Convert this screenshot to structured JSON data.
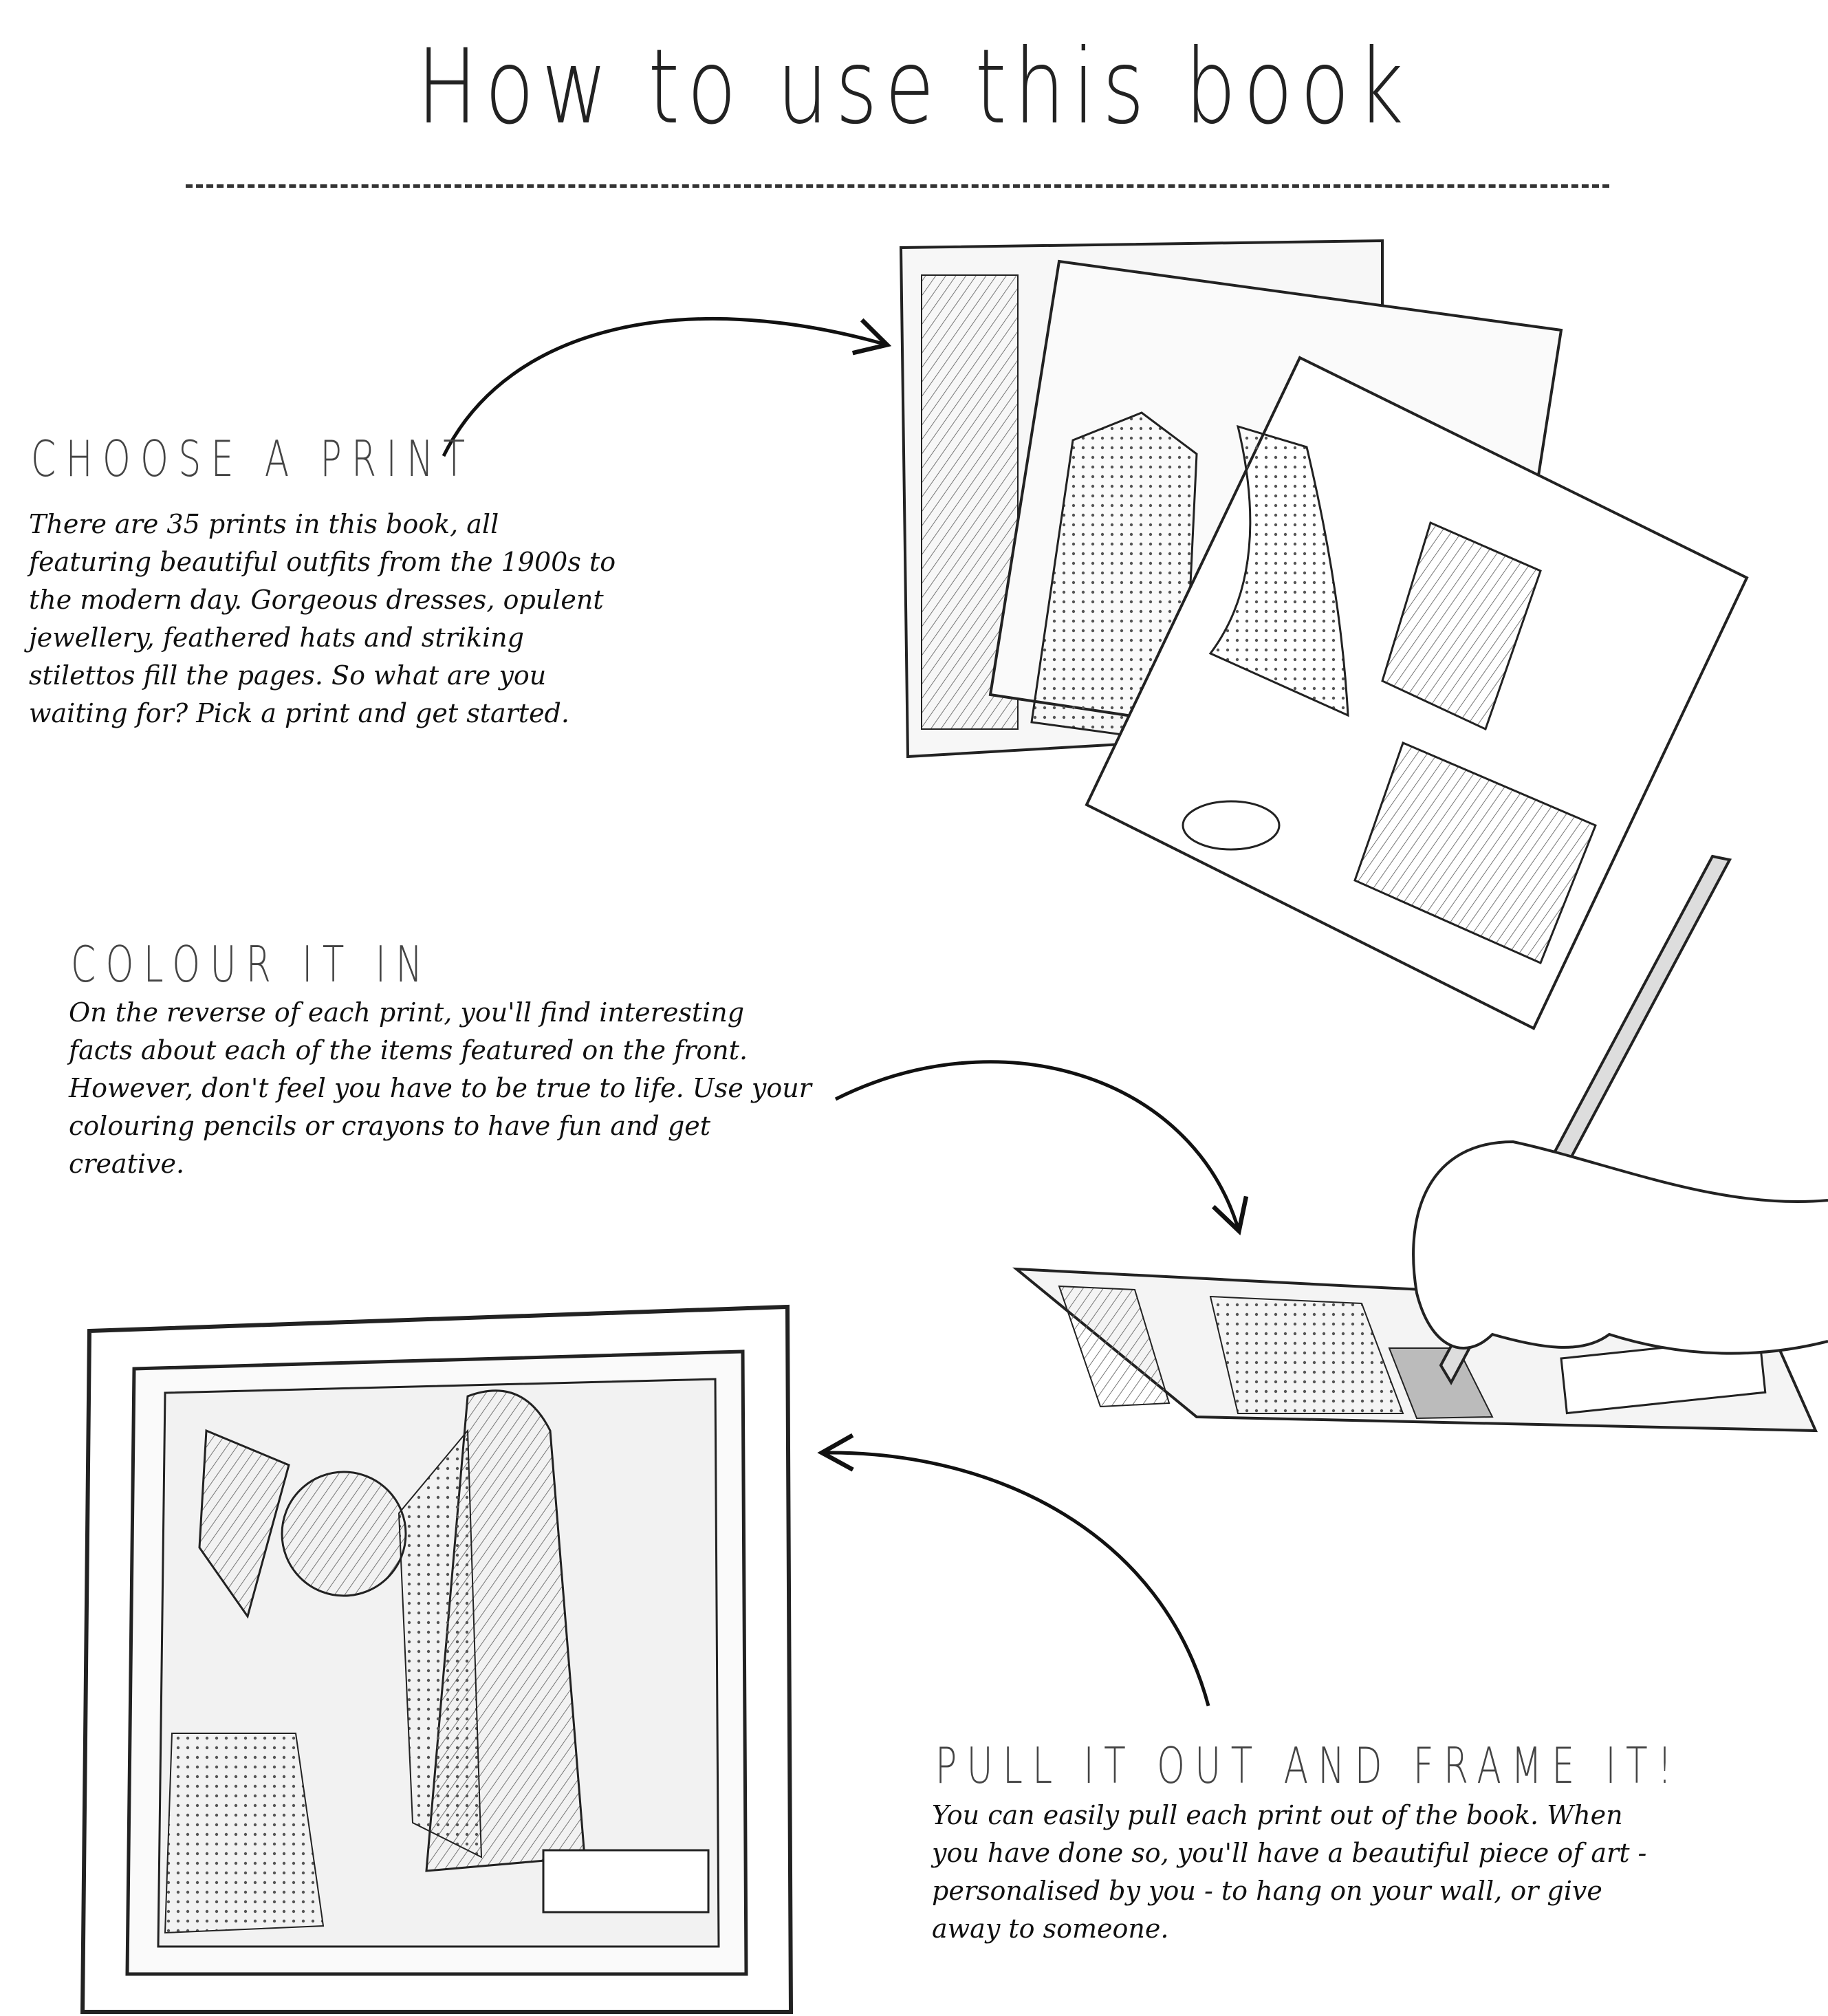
{
  "page": {
    "title": "How to use this book"
  },
  "sections": [
    {
      "heading": "CHOOSE A PRINT",
      "body": "There are 35 prints in this book, all featuring beautiful outfits from the 1900s to the modern day. Gorgeous dresses, opulent jewellery, feathered hats and striking stilettos fill the pages. So what are you waiting for? Pick a print and get started."
    },
    {
      "heading": "COLOUR IT IN",
      "body": "On the reverse of each print, you'll find interesting facts about each of the items featured on the front. However, don't feel you have to be true to life. Use your colouring pencils or crayons to have fun and get creative."
    },
    {
      "heading": "PULL IT OUT AND FRAME IT!",
      "body": "You can easily pull each print out of the book. When you have done so, you'll have a beautiful piece of art - personalised by you - to hang on your wall, or give away to someone."
    }
  ],
  "illustrations": [
    "stack-of-prints",
    "hand-colouring-print",
    "framed-print"
  ],
  "colors": {
    "ink": "#1a1a1a",
    "heading": "#444444",
    "background": "#ffffff"
  }
}
